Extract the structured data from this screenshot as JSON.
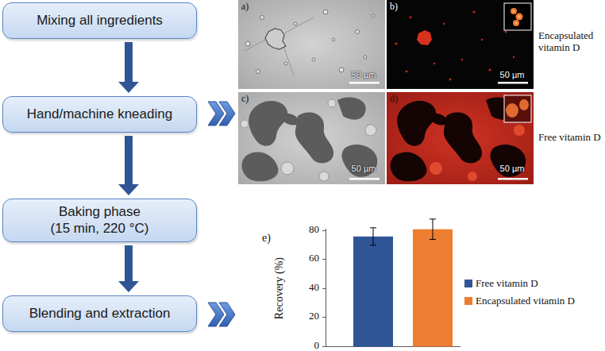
{
  "diagram": {
    "nodes": [
      {
        "text": [
          "Mixing all ingredients"
        ]
      },
      {
        "text": [
          "Hand/machine kneading"
        ]
      },
      {
        "text": [
          "Baking phase (15 min, 220 °C)"
        ]
      },
      {
        "text": [
          "Blending and extraction"
        ]
      }
    ],
    "edges": [
      {
        "from": 0,
        "to": 1,
        "arrow": "to"
      },
      {
        "from": 1,
        "to": 2,
        "arrow": "to"
      },
      {
        "from": 2,
        "to": 3,
        "arrow": "to"
      }
    ],
    "labels": [
      "a)",
      "50 µm",
      "b)",
      "50 µm",
      "Encapsulated vitamin D",
      "c)",
      "50 µm",
      "d)",
      "50 µm",
      "Free vitamin D",
      "e)",
      "Recovery (%)",
      "80",
      "60",
      "40",
      "20",
      "0"
    ],
    "legend": [
      {
        "text": "Free vitamin D",
        "color": "#2f5597"
      },
      {
        "text": "Encapsulated vitamin D",
        "color": "#ed7d31"
      }
    ]
  }
}
